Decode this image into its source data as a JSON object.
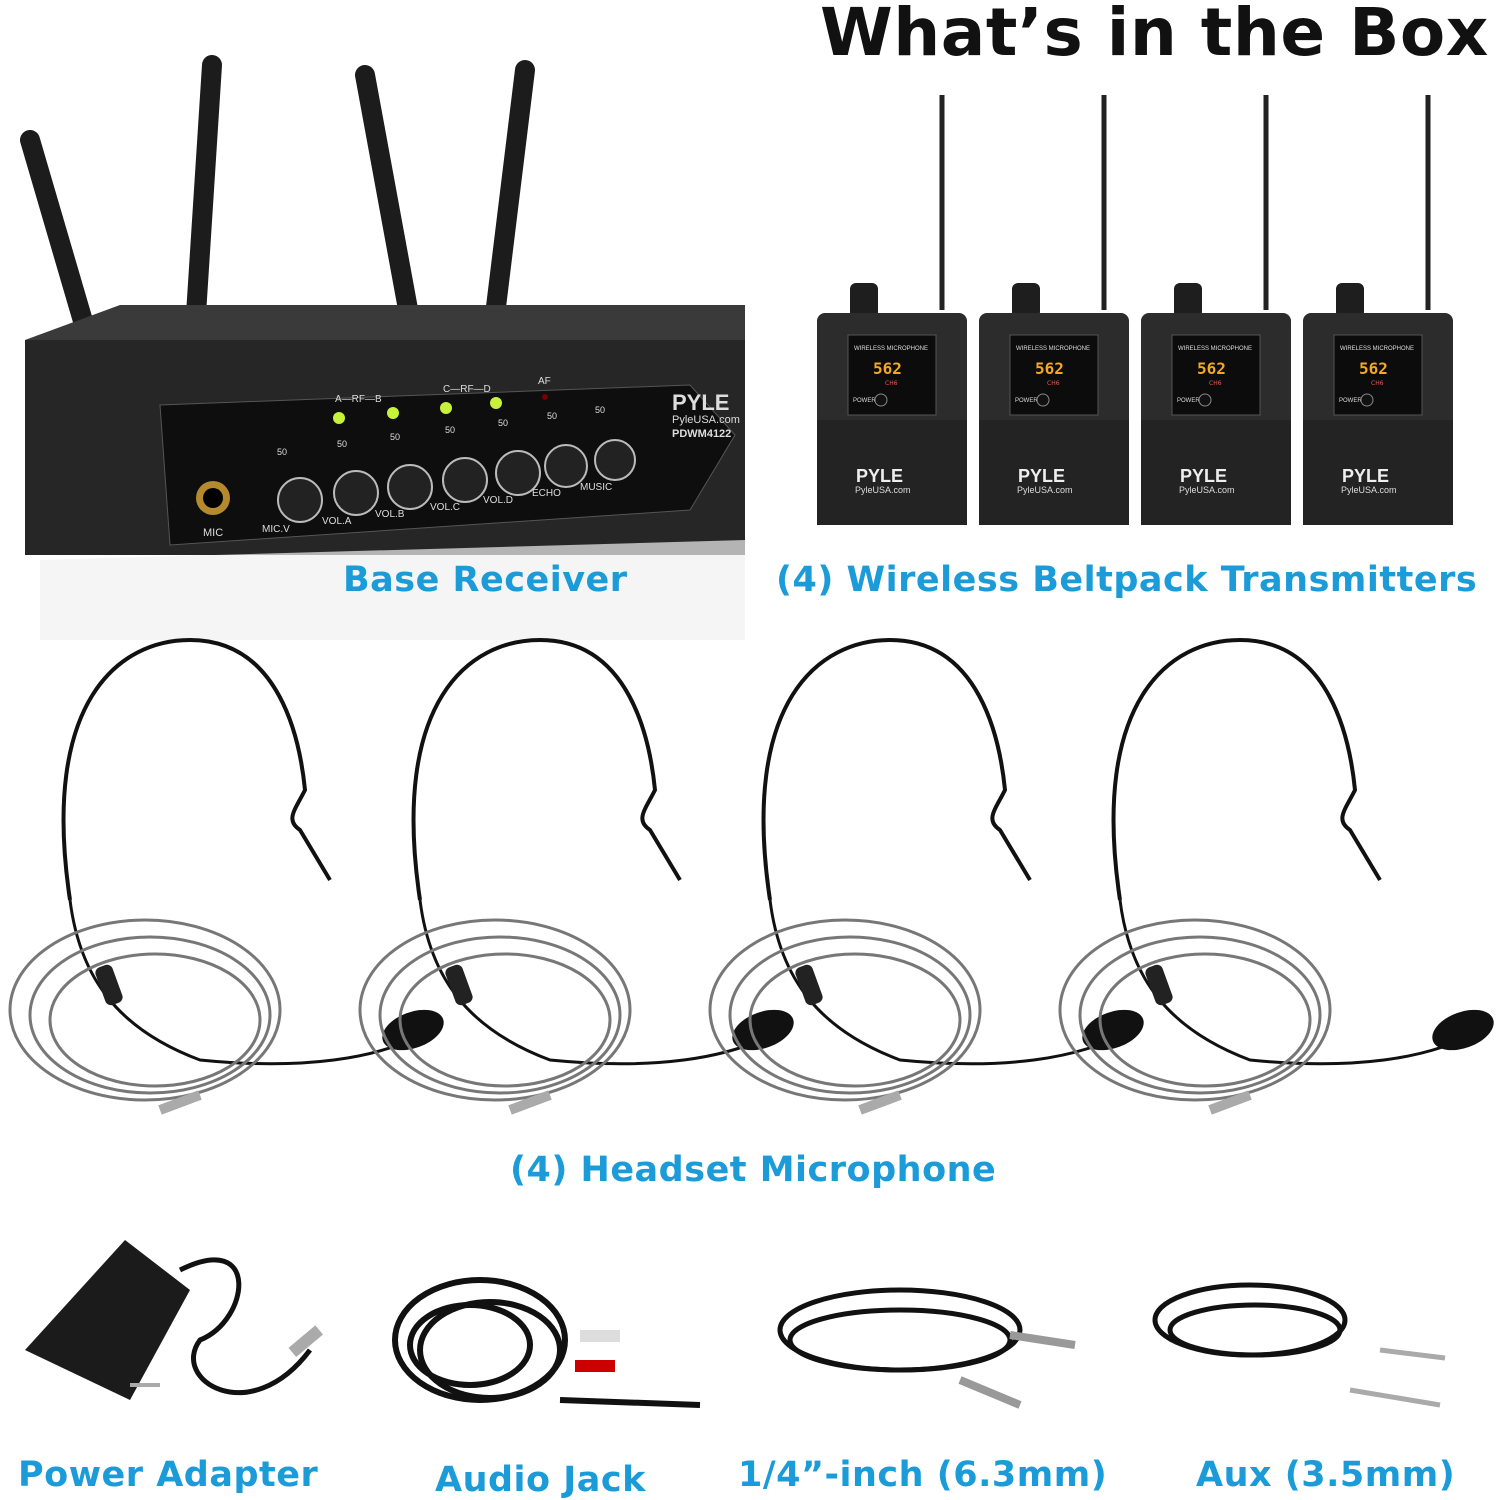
{
  "title": "What’s in the Box",
  "accent_color": "#1b9bd8",
  "items": {
    "receiver": {
      "label": "Base Receiver"
    },
    "transmitters": {
      "label": "(4) Wireless Beltpack Transmitters"
    },
    "headsets": {
      "label": "(4) Headset Microphone"
    },
    "power_adapter": {
      "label": "Power Adapter"
    },
    "audio_jack": {
      "label": "Audio Jack"
    },
    "quarter_inch": {
      "label": "1/4”-inch (6.3mm)"
    },
    "aux": {
      "label": "Aux (3.5mm)"
    }
  },
  "receiver_panel": {
    "brand": "PYLE",
    "website": "PyleUSA.com",
    "model": "PDWM4122",
    "rf_ab": "A—RF—B",
    "rf_cd": "C—RF—D",
    "af": "AF",
    "mic_jack": "MIC",
    "knob_value": "50",
    "knobs": [
      "MIC.V",
      "VOL.A",
      "VOL.B",
      "VOL.C",
      "VOL.D",
      "ECHO",
      "MUSIC"
    ]
  },
  "beltpack": {
    "screen_title": "WIRELESS MICROPHONE",
    "display": "562",
    "channel": "CH6",
    "power": "POWER",
    "brand": "PYLE",
    "website": "PyleUSA.com"
  }
}
